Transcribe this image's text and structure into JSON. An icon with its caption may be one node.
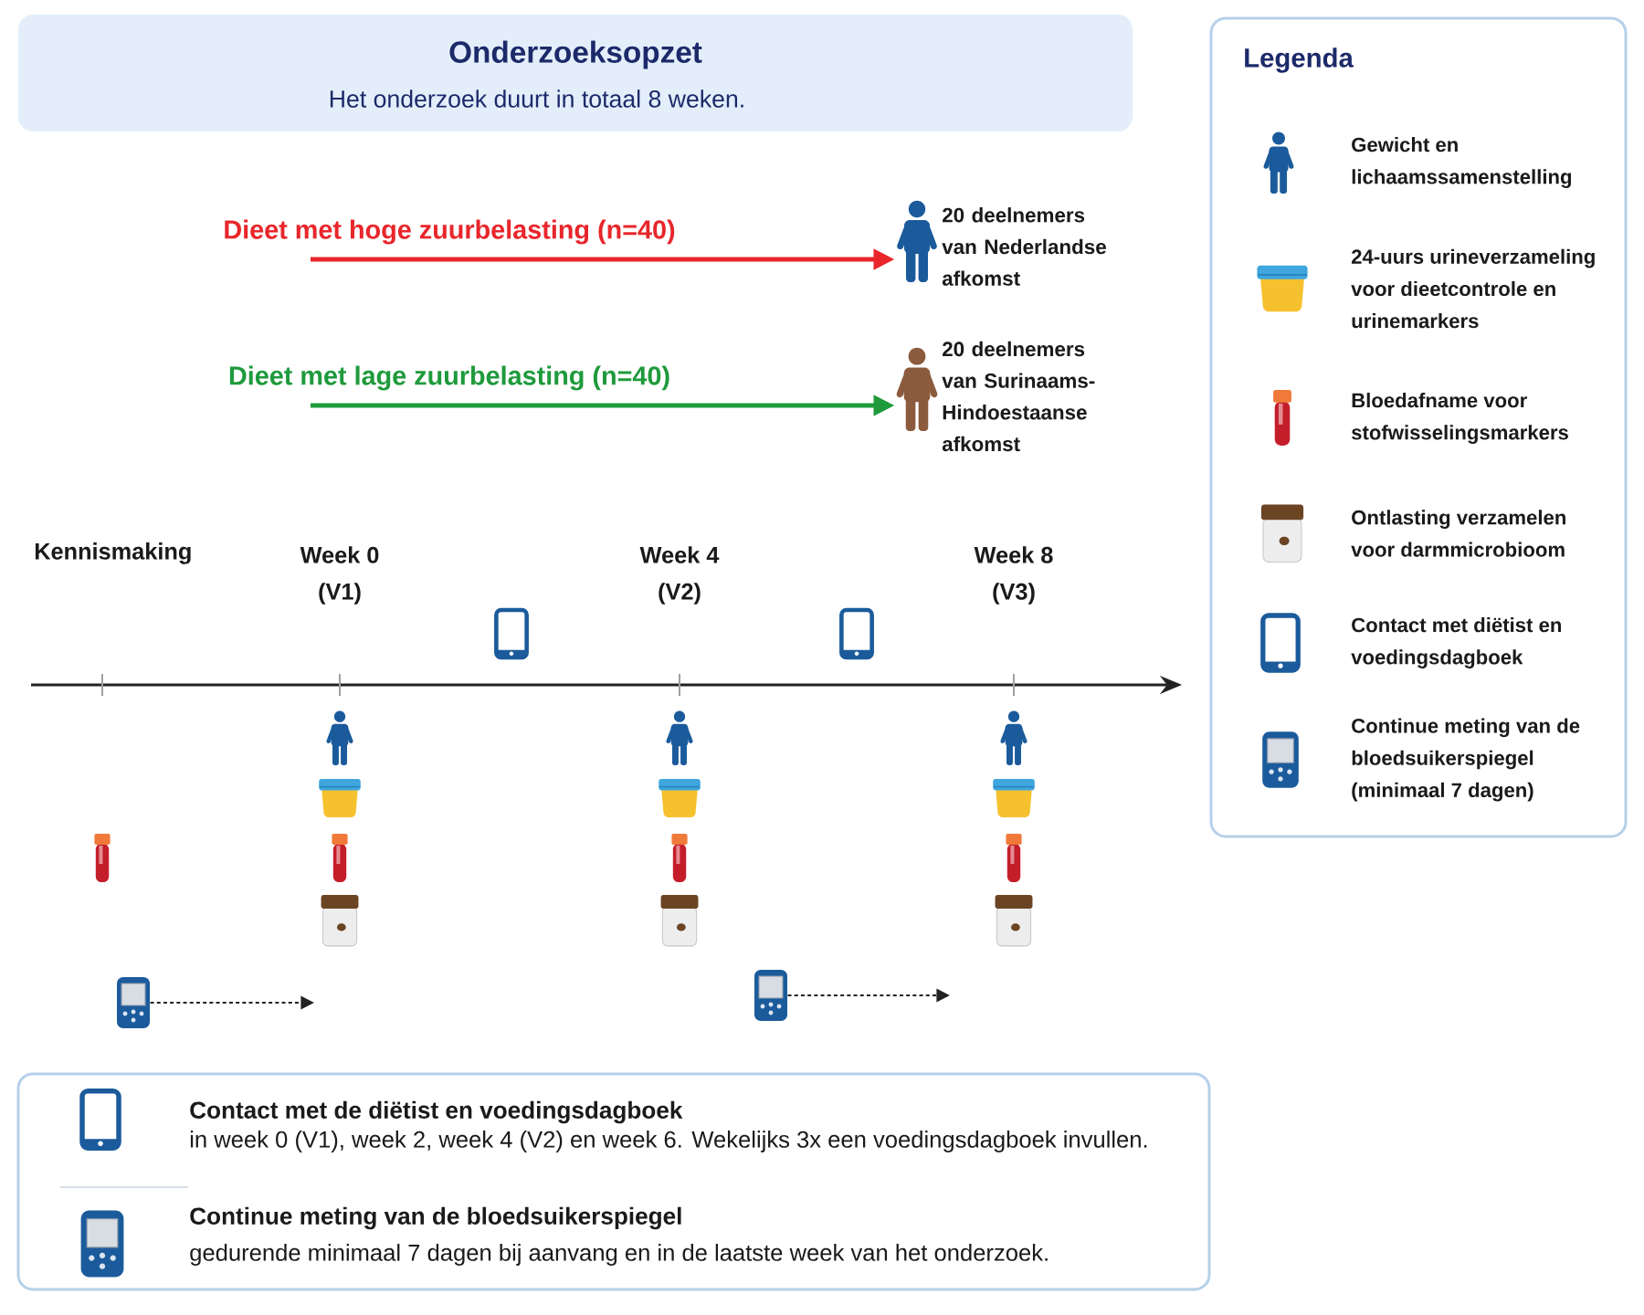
{
  "diagram": {
    "nodes": [
      {
        "text": [
          "Onderzoeksopzet",
          "Het onderzoek duurt in totaal 8 weken."
        ]
      },
      {
        "text": [],
        "shape": "person",
        "beside": [
          "20 deelnemers van Nederlandse afkomst"
        ]
      },
      {
        "text": [],
        "shape": "person",
        "beside": [
          "20 deelnemers van Surinaams-Hindoestaanse afkomst"
        ]
      },
      {
        "text": [],
        "shape": "picture"
      },
      {
        "text": [],
        "shape": "picture"
      },
      {
        "text": [
          "Contact met de diëtist en voedingsdagboek",
          "in week 0 (V1), week 2, week 4 (V2) en week 6. Wekelijks 3x een voedingsdagboek invullen.",
          "Continue meting van de bloedsuikerspiegel",
          "gedurende minimaal 7 dagen bij aanvang en in de laatste week van het onderzoek."
        ]
      }
    ],
    "edges": [
      {
        "from": null,
        "to": 1,
        "arrow": "to",
        "label": "Dieet met hoge zuurbelasting (n=40)",
        "color": "#e8262b"
      },
      {
        "from": null,
        "to": 2,
        "arrow": "to",
        "label": "Dieet met lage zuurbelasting (n=40)",
        "color": "#1f9a3c"
      },
      {
        "from": 3,
        "to": null,
        "arrow": "to",
        "style": "dashed"
      },
      {
        "from": 4,
        "to": null,
        "arrow": "to",
        "style": "dashed"
      }
    ],
    "labels": [
      "Legenda",
      "Kennismaking",
      "Week 0 (V1)",
      "Week 4 (V2)",
      "Week 8 (V3)"
    ],
    "legend": [
      {
        "text": "Gewicht en lichaamssamenstelling"
      },
      {
        "text": "24-uurs urineverzameling voor dieetcontrole en urinemarkers"
      },
      {
        "text": "Bloedafname voor stofwisselingsmarkers"
      },
      {
        "text": "Ontlasting verzamelen voor darmmicrobioom"
      },
      {
        "text": "Contact met diëtist en voedingsdagboek"
      },
      {
        "text": "Continue meting van de bloedsuikerspiegel (minimaal 7 dagen)"
      }
    ]
  }
}
